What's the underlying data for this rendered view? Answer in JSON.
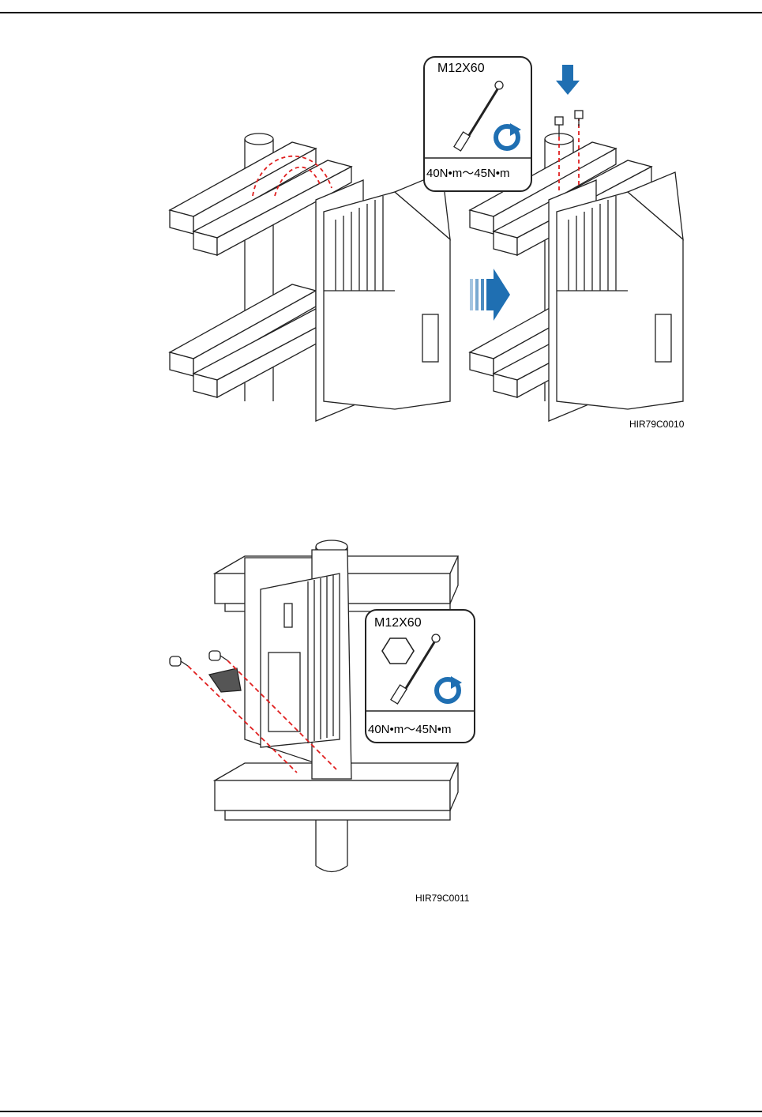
{
  "figures": [
    {
      "id_label": "HIR79C0010",
      "callout": {
        "screw_spec": "M12X60",
        "torque": "40N•m～45N•m"
      }
    },
    {
      "id_label": "HIR79C0011",
      "callout": {
        "screw_spec": "M12X60",
        "torque": "40N•m～45N•m"
      }
    }
  ],
  "colors": {
    "arrow_blue": "#1f6fb2",
    "dash_red": "#e02020",
    "line": "#222222"
  },
  "icons": [
    "torque-wrench-icon",
    "clockwise-rotate-icon",
    "hex-nut-icon",
    "down-arrow-icon",
    "right-arrow-icon"
  ]
}
